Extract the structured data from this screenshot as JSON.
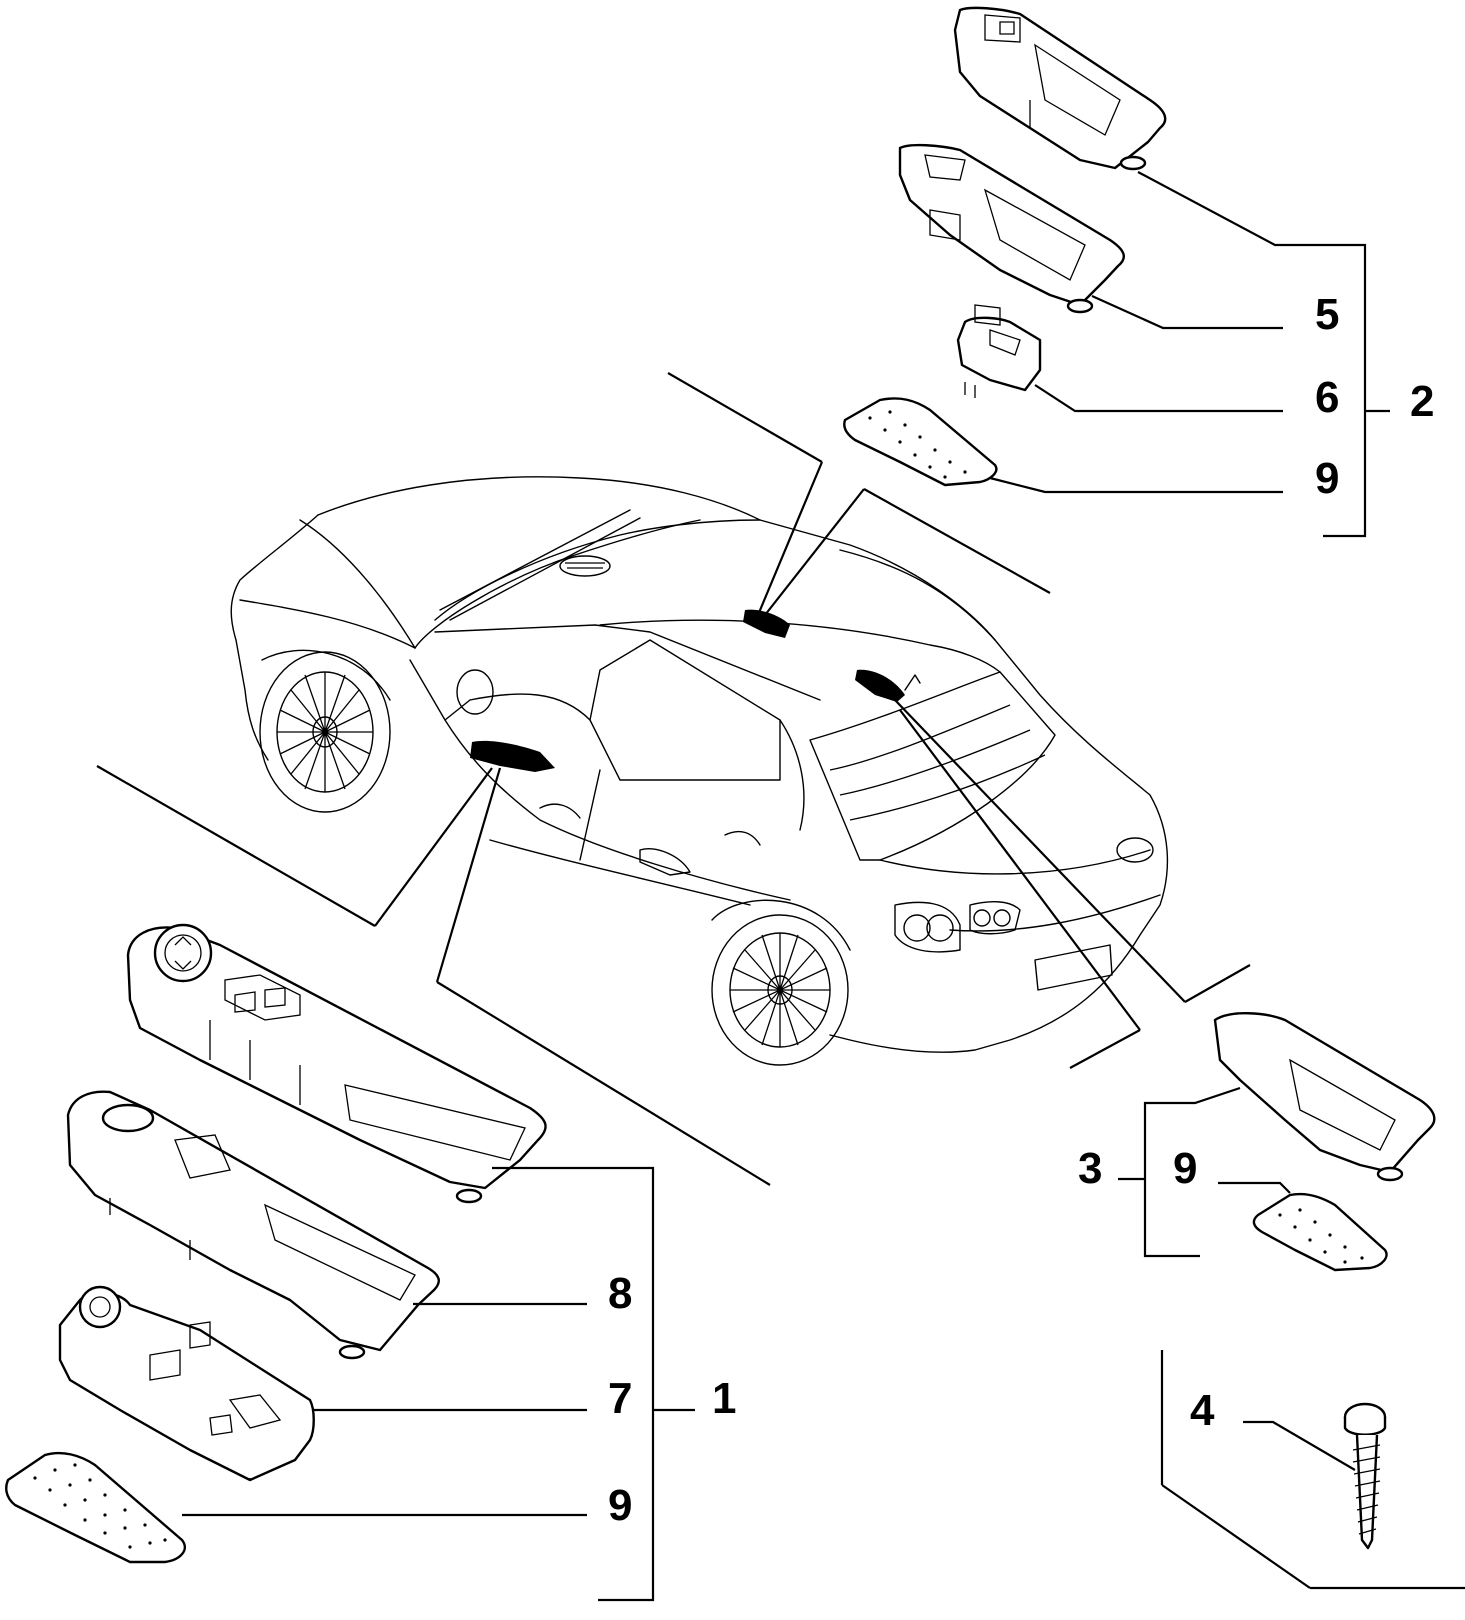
{
  "callouts": {
    "c1": "1",
    "c2": "2",
    "c3": "3",
    "c4": "4",
    "c5": "5",
    "c6": "6",
    "c7": "7",
    "c8": "8",
    "c9_rear_right": "9",
    "c9_rear_left": "9",
    "c9_front": "9"
  },
  "colors": {
    "line": "#000000",
    "background": "#ffffff"
  }
}
